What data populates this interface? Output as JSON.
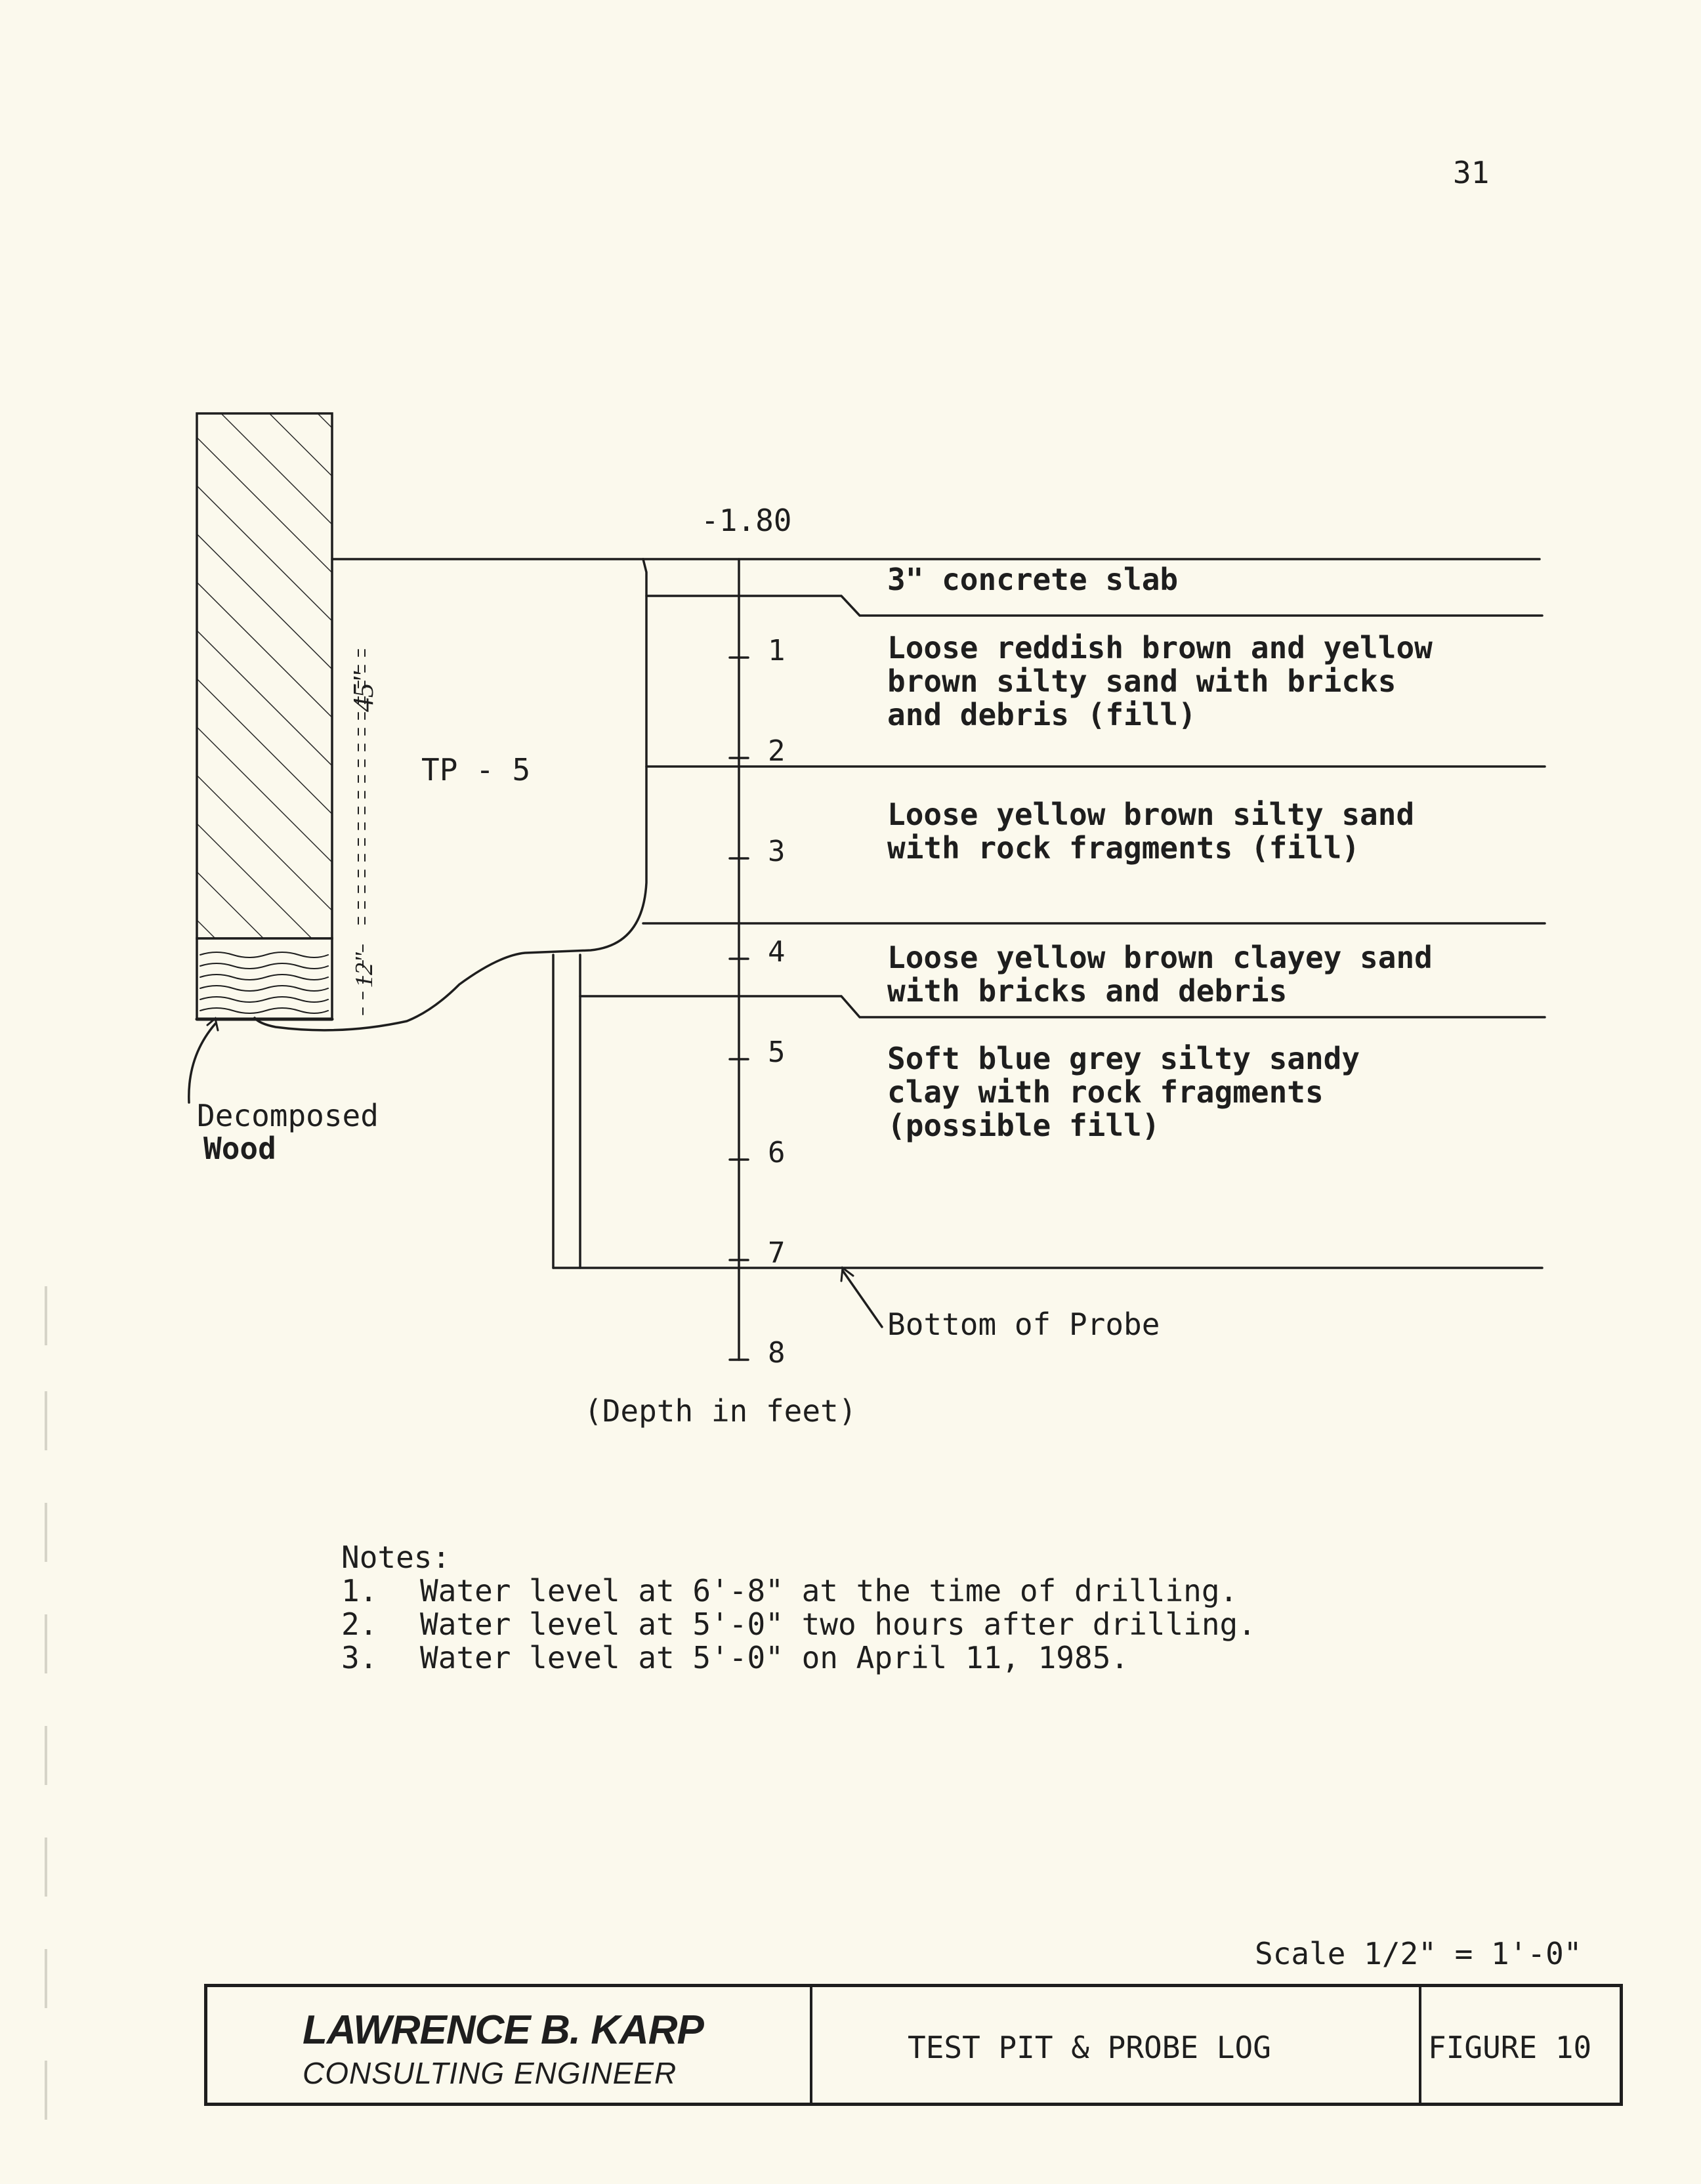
{
  "page_number": "31",
  "diagram": {
    "elevation": "-1.80",
    "pit_label": "TP - 5",
    "dim_upper": "45\"",
    "dim_lower": "12\"",
    "wood_note": [
      "Decomposed",
      "Wood"
    ],
    "depth_ticks": [
      "1",
      "2",
      "3",
      "4",
      "5",
      "6",
      "7",
      "8"
    ],
    "depth_caption": "(Depth in feet)",
    "layers": [
      {
        "lines": [
          "3\" concrete slab"
        ]
      },
      {
        "lines": [
          "Loose reddish brown and yellow",
          "brown silty sand with bricks",
          "and debris (fill)"
        ]
      },
      {
        "lines": [
          "Loose yellow brown silty sand",
          "with rock fragments (fill)"
        ]
      },
      {
        "lines": [
          "Loose yellow brown clayey sand",
          "with bricks and debris"
        ]
      },
      {
        "lines": [
          "Soft blue grey silty sandy",
          "clay with rock fragments",
          "(possible fill)"
        ]
      }
    ],
    "probe_bottom": "Bottom of Probe"
  },
  "notes": {
    "heading": "Notes:",
    "items": [
      {
        "num": "1.",
        "text": "Water level at 6'-8\" at the time of drilling."
      },
      {
        "num": "2.",
        "text": "Water level at 5'-0\" two hours after drilling."
      },
      {
        "num": "3.",
        "text": "Water level at 5'-0\" on April 11, 1985."
      }
    ]
  },
  "scale": "Scale 1/2\" = 1'-0\"",
  "title_block": {
    "firm_name": "LAWRENCE B. KARP",
    "firm_subtitle": "CONSULTING ENGINEER",
    "drawing_title": "TEST PIT & PROBE LOG",
    "figure": "FIGURE 10"
  }
}
